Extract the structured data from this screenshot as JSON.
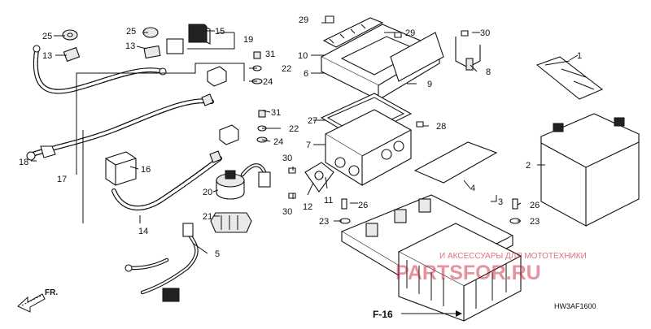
{
  "diagram": {
    "code": "HW3AF1600",
    "ref": "F-16",
    "direction": "FR.",
    "callouts": [
      "1",
      "2",
      "3",
      "4",
      "5",
      "6",
      "7",
      "8",
      "9",
      "10",
      "11",
      "12",
      "13",
      "13",
      "14",
      "15",
      "16",
      "17",
      "18",
      "19",
      "20",
      "21",
      "22",
      "22",
      "23",
      "23",
      "24",
      "24",
      "25",
      "25",
      "26",
      "26",
      "27",
      "28",
      "29",
      "29",
      "30",
      "30",
      "30",
      "31",
      "31"
    ]
  },
  "watermark": {
    "brand": "PARTSFOR.RU",
    "tagline": "И АКСЕССУАРЫ ДЛЯ МОТОТЕХНИКИ"
  }
}
